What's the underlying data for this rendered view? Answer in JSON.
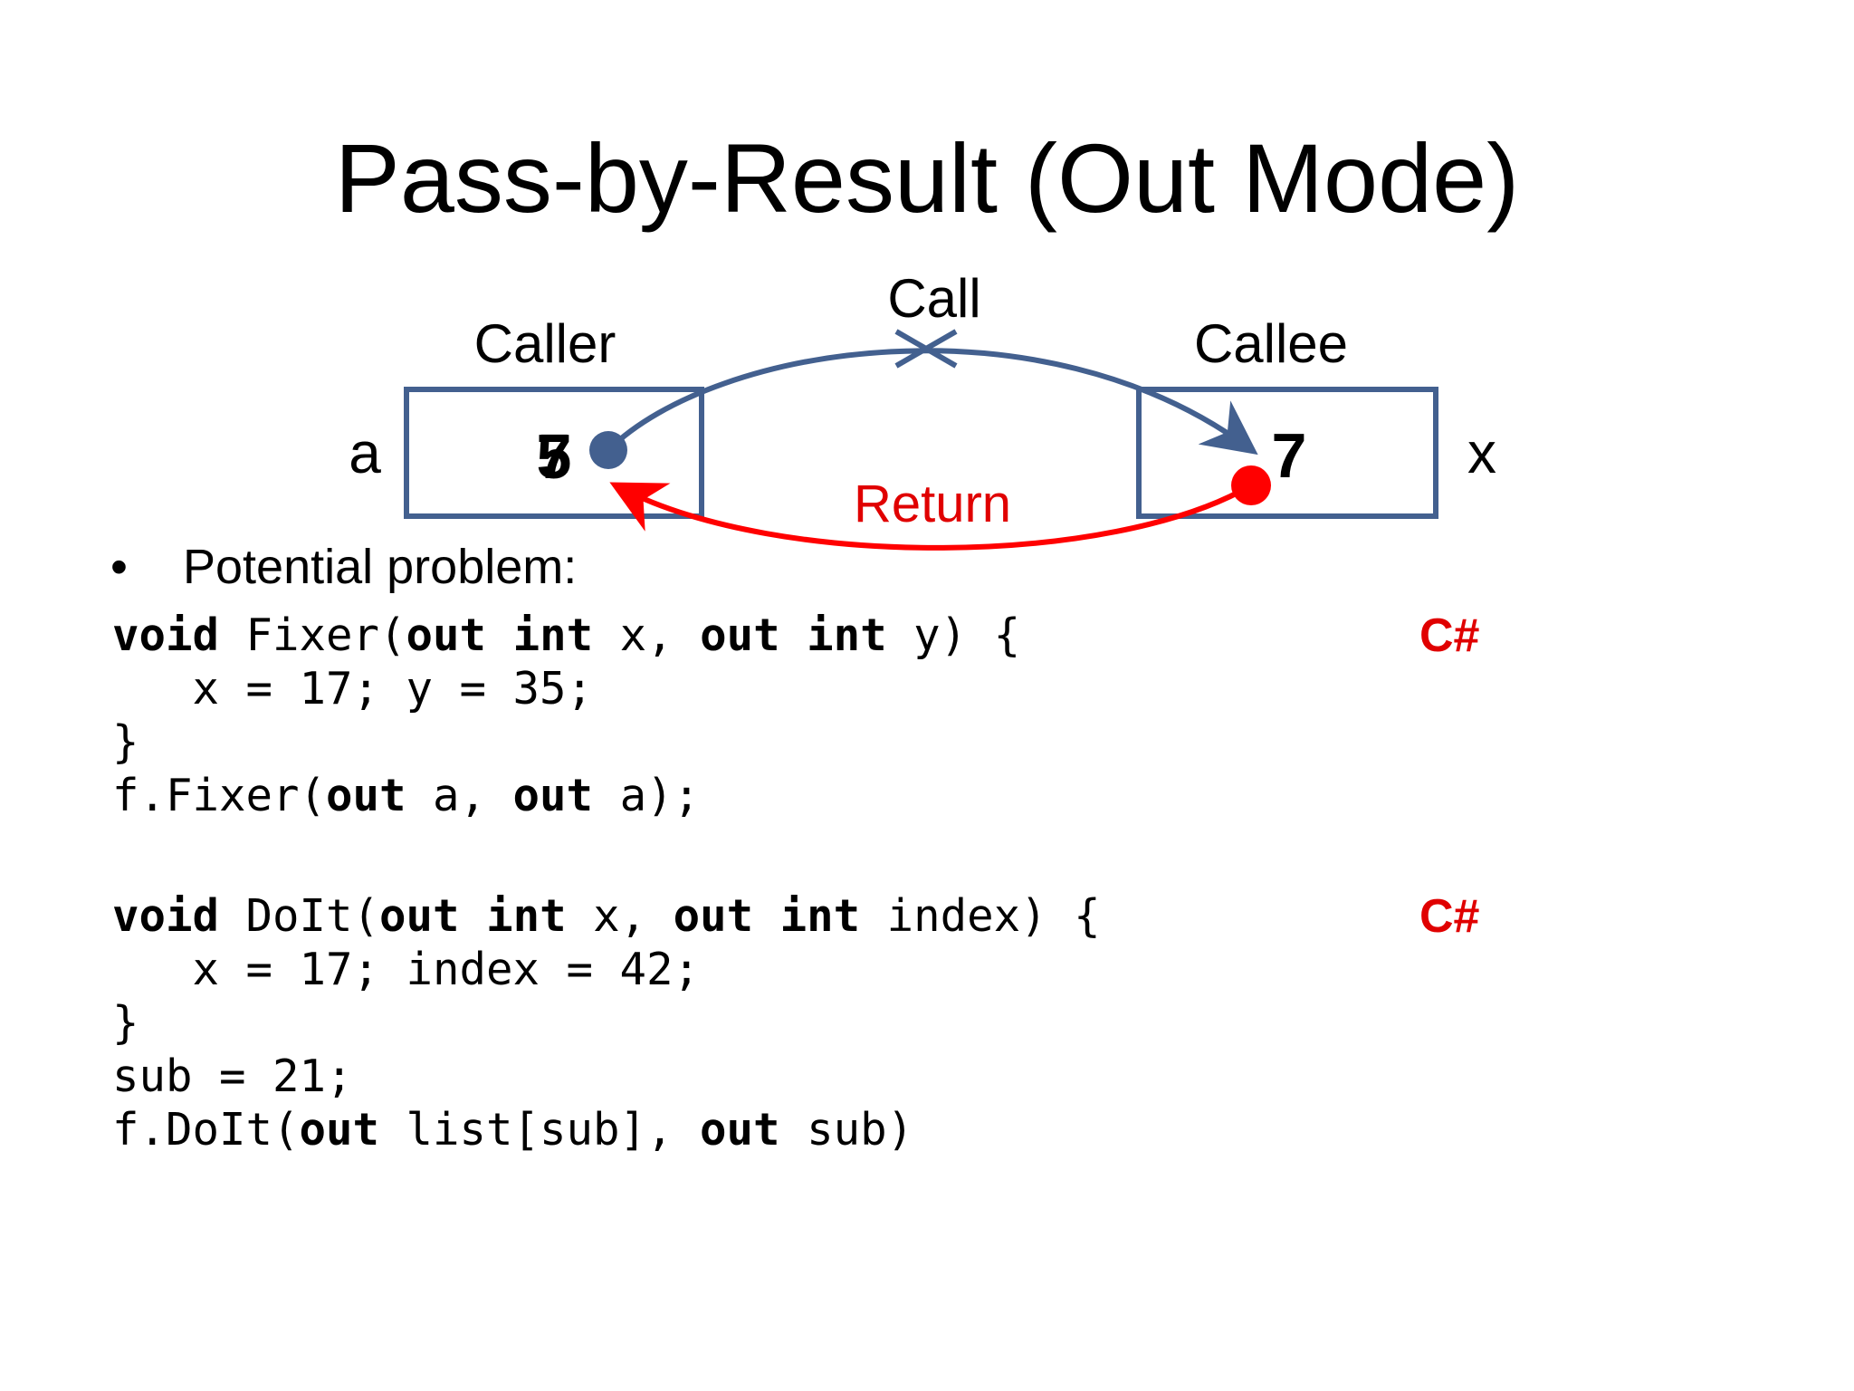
{
  "slide": {
    "title": "Pass-by-Result (Out Mode)"
  },
  "diagram": {
    "caller_label": "Caller",
    "callee_label": "Callee",
    "call_label": "Call",
    "return_label": "Return",
    "caller_var": "a",
    "callee_var": "x",
    "caller_values": [
      "7",
      "5"
    ],
    "callee_value": "7",
    "colors": {
      "box": "#43608f",
      "call_arrow": "#43608f",
      "return_arrow": "#ff0000",
      "return_text": "#e00000"
    }
  },
  "content": {
    "bullet_symbol": "•",
    "bullet_text": "Potential problem:",
    "lang_tag_1": "C#",
    "lang_tag_2": "C#",
    "code_block_1": [
      [
        {
          "t": "void",
          "b": true
        },
        {
          "t": " Fixer(",
          "b": false
        },
        {
          "t": "out",
          "b": true
        },
        {
          "t": " ",
          "b": false
        },
        {
          "t": "int",
          "b": true
        },
        {
          "t": " x, ",
          "b": false
        },
        {
          "t": "out",
          "b": true
        },
        {
          "t": " ",
          "b": false
        },
        {
          "t": "int",
          "b": true
        },
        {
          "t": " y) {",
          "b": false
        }
      ],
      [
        {
          "t": "   x = 17; y = 35;",
          "b": false
        }
      ],
      [
        {
          "t": "}",
          "b": false
        }
      ],
      [
        {
          "t": "f.Fixer(",
          "b": false
        },
        {
          "t": "out",
          "b": true
        },
        {
          "t": " a, ",
          "b": false
        },
        {
          "t": "out",
          "b": true
        },
        {
          "t": " a);",
          "b": false
        }
      ]
    ],
    "code_block_2": [
      [
        {
          "t": "void",
          "b": true
        },
        {
          "t": " DoIt(",
          "b": false
        },
        {
          "t": "out",
          "b": true
        },
        {
          "t": " ",
          "b": false
        },
        {
          "t": "int",
          "b": true
        },
        {
          "t": " x, ",
          "b": false
        },
        {
          "t": "out",
          "b": true
        },
        {
          "t": " ",
          "b": false
        },
        {
          "t": "int",
          "b": true
        },
        {
          "t": " index) {",
          "b": false
        }
      ],
      [
        {
          "t": "   x = 17; index = 42;",
          "b": false
        }
      ],
      [
        {
          "t": "}",
          "b": false
        }
      ],
      [
        {
          "t": "sub = 21;",
          "b": false
        }
      ],
      [
        {
          "t": "f.DoIt(",
          "b": false
        },
        {
          "t": "out",
          "b": true
        },
        {
          "t": " list[sub], ",
          "b": false
        },
        {
          "t": "out",
          "b": true
        },
        {
          "t": " sub)",
          "b": false
        }
      ]
    ]
  }
}
